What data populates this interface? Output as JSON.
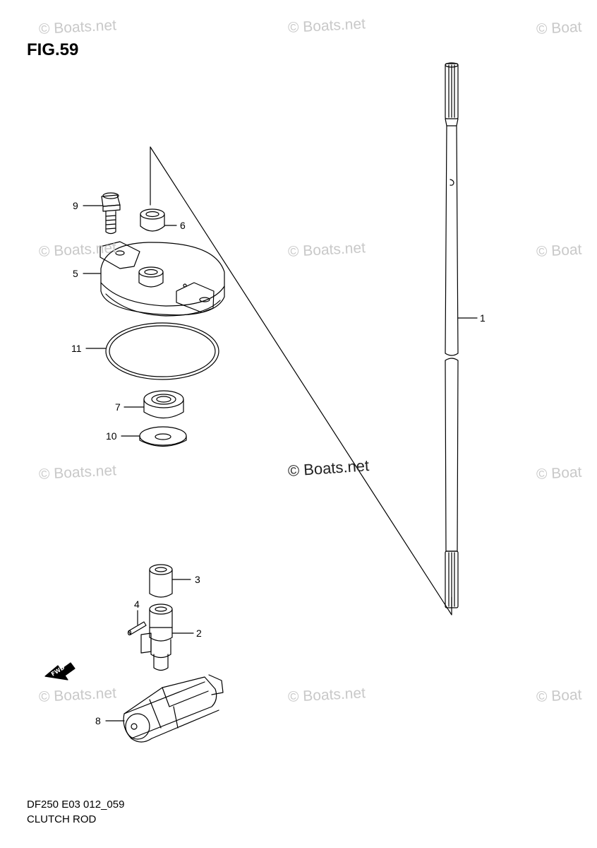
{
  "figure": {
    "title": "FIG.59",
    "code": "DF250 E03 012_059",
    "caption": "CLUTCH ROD"
  },
  "watermark": {
    "text": "© Boats.net",
    "partial_text": "© Boat"
  },
  "fwd_label": "FWD",
  "parts": [
    {
      "ref": "1"
    },
    {
      "ref": "2"
    },
    {
      "ref": "3"
    },
    {
      "ref": "4"
    },
    {
      "ref": "5"
    },
    {
      "ref": "6"
    },
    {
      "ref": "7"
    },
    {
      "ref": "8"
    },
    {
      "ref": "9"
    },
    {
      "ref": "10"
    },
    {
      "ref": "11"
    }
  ]
}
